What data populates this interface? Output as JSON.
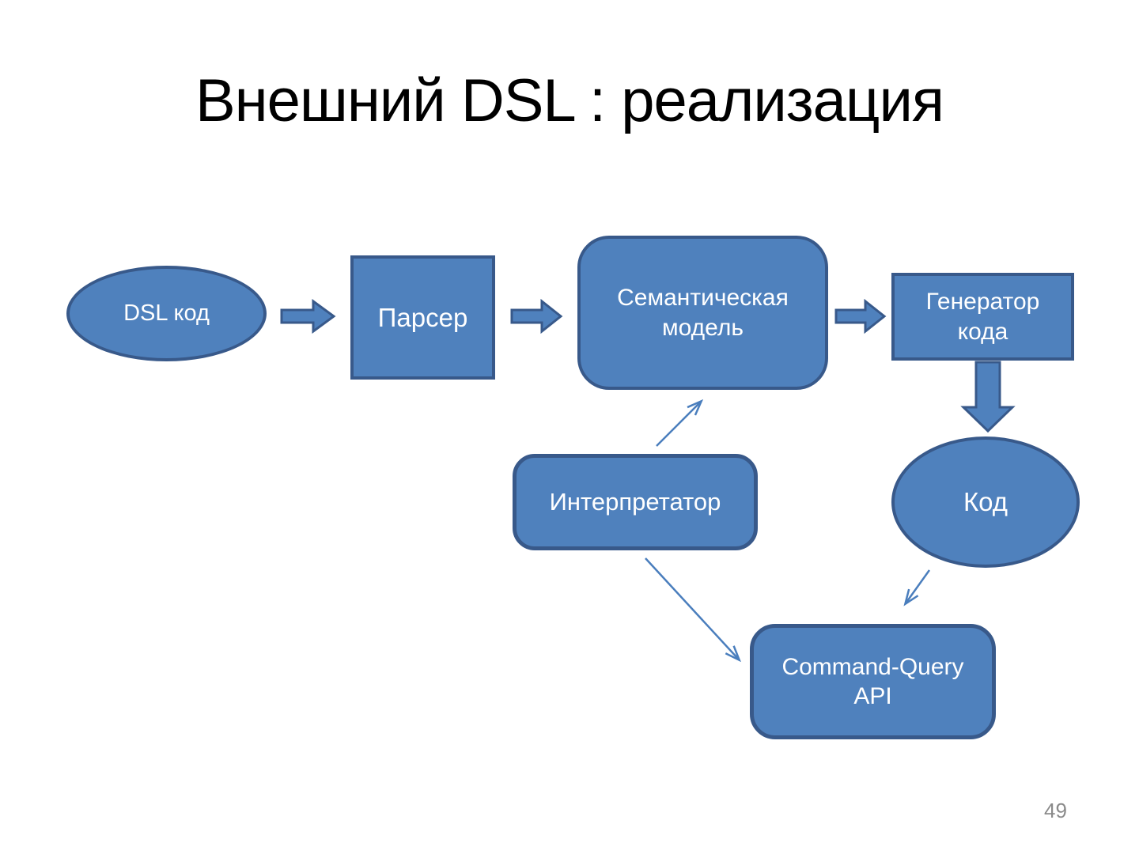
{
  "slide": {
    "title": "Внешний DSL : реализация",
    "page_number": "49"
  },
  "nodes": {
    "dsl_code": {
      "label": "DSL код",
      "shape": "ellipse"
    },
    "parser": {
      "label": "Парсер",
      "shape": "rectangle"
    },
    "semantic_model": {
      "label": "Семантическая\nмодель",
      "shape": "rounded-rectangle"
    },
    "code_generator": {
      "label": "Генератор\nкода",
      "shape": "rectangle"
    },
    "interpreter": {
      "label": "Интерпретатор",
      "shape": "rounded-rectangle"
    },
    "code": {
      "label": "Код",
      "shape": "ellipse"
    },
    "command_query_api": {
      "label": "Command-Query\nAPI",
      "shape": "rounded-rectangle"
    }
  },
  "edges": [
    {
      "from": "dsl_code",
      "to": "parser",
      "style": "block-arrow"
    },
    {
      "from": "parser",
      "to": "semantic_model",
      "style": "block-arrow"
    },
    {
      "from": "semantic_model",
      "to": "code_generator",
      "style": "block-arrow"
    },
    {
      "from": "code_generator",
      "to": "code",
      "style": "block-arrow"
    },
    {
      "from": "interpreter",
      "to": "semantic_model",
      "style": "thin-arrow"
    },
    {
      "from": "interpreter",
      "to": "command_query_api",
      "style": "thin-arrow"
    },
    {
      "from": "code",
      "to": "command_query_api",
      "style": "thin-arrow"
    }
  ],
  "colors": {
    "shape_fill": "#4f81bd",
    "shape_border": "#38598a",
    "connector": "#4a7ebd",
    "label_text": "#ffffff",
    "title_text": "#000000",
    "page_number_text": "#8a8a8a",
    "background": "#ffffff"
  }
}
